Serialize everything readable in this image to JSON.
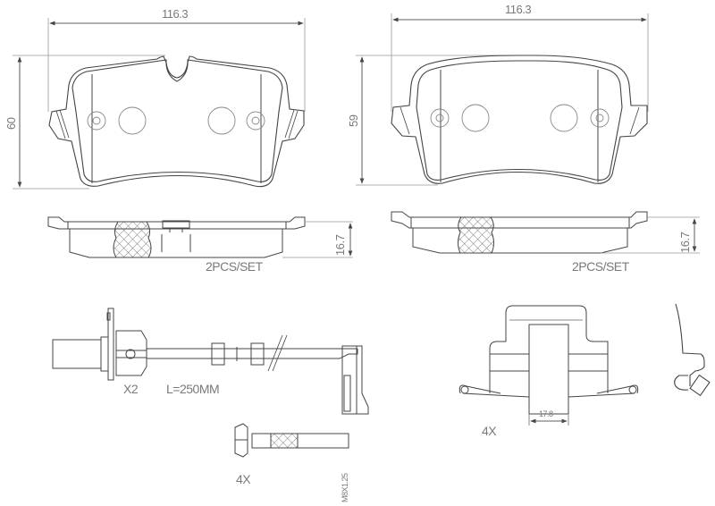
{
  "front_pad": {
    "width_dim": "116.3",
    "height_dim": "60",
    "thickness_dim": "16.7",
    "quantity_label": "2PCS/SET"
  },
  "rear_pad": {
    "width_dim": "116.3",
    "height_dim": "59",
    "thickness_dim": "16.7",
    "quantity_label": "2PCS/SET"
  },
  "wear_sensor": {
    "quantity_label": "X2",
    "length_label": "L=250MM"
  },
  "bolt": {
    "quantity_label": "4X",
    "thread_label": "M8X1.25"
  },
  "clip": {
    "quantity_label": "4X",
    "width_dim": "17.8"
  },
  "colors": {
    "line": "#444444",
    "thin_line": "#8a8a8a",
    "text": "#7a7a7a"
  }
}
